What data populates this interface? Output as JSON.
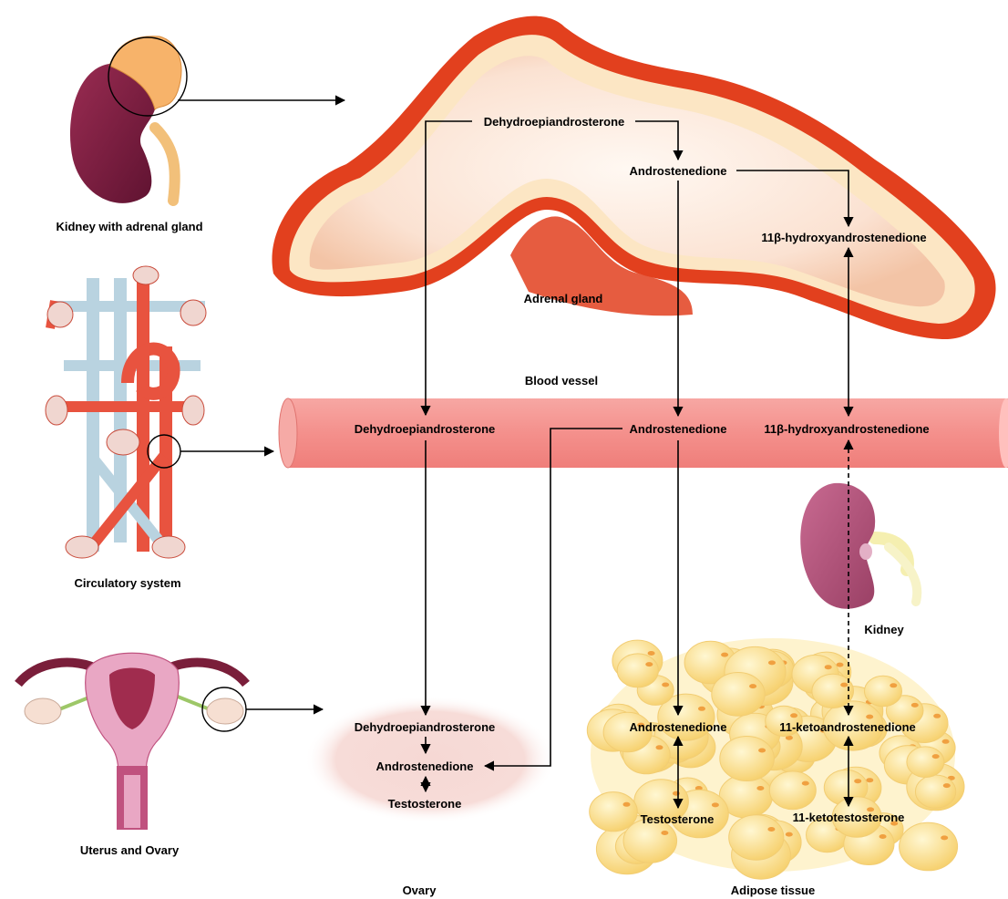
{
  "captions": {
    "kidney_adrenal": "Kidney with adrenal gland",
    "circulatory": "Circulatory system",
    "uterus_ovary": "Uterus and Ovary",
    "adrenal_gland": "Adrenal gland",
    "blood_vessel": "Blood vessel",
    "kidney": "Kidney",
    "ovary": "Ovary",
    "adipose": "Adipose tissue"
  },
  "adrenal": {
    "dhea": "Dehydroepiandrosterone",
    "androstenedione": "Androstenedione",
    "hydroxy": "11β-hydroxyandrostenedione"
  },
  "blood": {
    "dhea": "Dehydroepiandrosterone",
    "androstenedione": "Androstenedione",
    "hydroxy": "11β-hydroxyandrostenedione"
  },
  "ovary": {
    "dhea": "Dehydroepiandrosterone",
    "androstenedione": "Androstenedione",
    "testosterone": "Testosterone"
  },
  "adipose": {
    "androstenedione": "Androstenedione",
    "testosterone": "Testosterone",
    "ketoandrostenedione": "11-ketoandrostenedione",
    "ketotestosterone": "11-ketotestosterone"
  },
  "colors": {
    "adrenal_outer": "#e2401e",
    "adrenal_cream": "#fce6c4",
    "vessel": "#f59a96",
    "ovary_bg": "#f6d8d4",
    "kidney_dark": "#7a1e3a",
    "kidney_light": "#b9557a",
    "fat": "#fbe39a"
  }
}
